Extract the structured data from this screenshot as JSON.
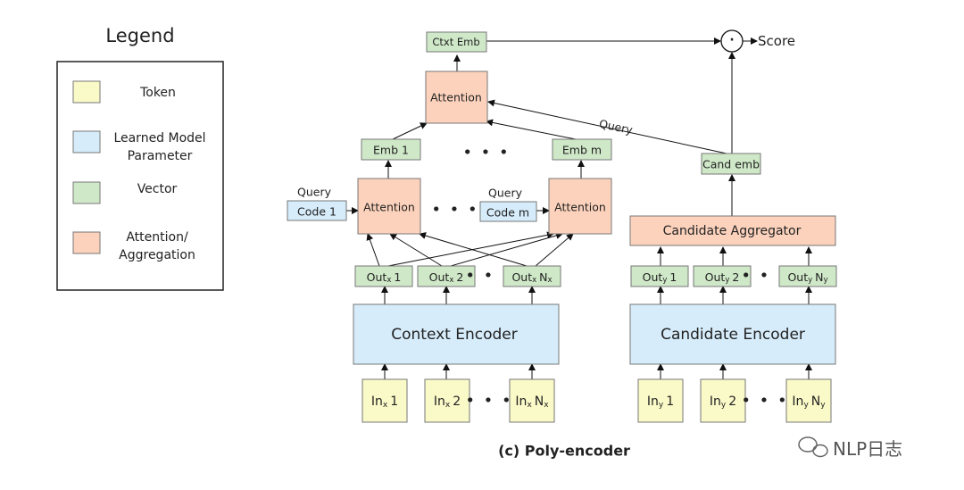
{
  "legend": {
    "title": "Legend",
    "items": [
      {
        "label_lines": [
          "Token"
        ]
      },
      {
        "label_lines": [
          "Learned Model",
          "Parameter"
        ]
      },
      {
        "label_lines": [
          "Vector"
        ]
      },
      {
        "label_lines": [
          "Attention/",
          "Aggregation"
        ]
      }
    ]
  },
  "colors": {
    "token": "#fafac8",
    "param": "#d6ecfa",
    "vector": "#cfe8c8",
    "attention": "#fcd2bc",
    "border": "#777777"
  },
  "context": {
    "encoder_label": "Context Encoder",
    "inputs": [
      {
        "base": "In",
        "sub": "x",
        "suffix": "1"
      },
      {
        "base": "In",
        "sub": "x",
        "suffix": "2"
      },
      {
        "base": "In",
        "sub": "x",
        "suffix": "N",
        "suffix_sub": "x"
      }
    ],
    "outputs": [
      {
        "base": "Out",
        "sub": "x",
        "suffix": "1"
      },
      {
        "base": "Out",
        "sub": "x",
        "suffix": "2"
      },
      {
        "base": "Out",
        "sub": "x",
        "suffix": "N",
        "suffix_sub": "x"
      }
    ],
    "query_label": "Query",
    "codes": [
      "Code 1",
      "Code m"
    ],
    "attention_label": "Attention",
    "embs": [
      "Emb 1",
      "Emb m"
    ],
    "ctxt_emb": "Ctxt Emb"
  },
  "candidate": {
    "encoder_label": "Candidate Encoder",
    "inputs": [
      {
        "base": "In",
        "sub": "y",
        "suffix": "1"
      },
      {
        "base": "In",
        "sub": "y",
        "suffix": "2"
      },
      {
        "base": "In",
        "sub": "y",
        "suffix": "N",
        "suffix_sub": "y"
      }
    ],
    "outputs": [
      {
        "base": "Out",
        "sub": "y",
        "suffix": "1"
      },
      {
        "base": "Out",
        "sub": "y",
        "suffix": "2"
      },
      {
        "base": "Out",
        "sub": "y",
        "suffix": "N",
        "suffix_sub": "y"
      }
    ],
    "aggregator_label": "Candidate Aggregator",
    "cand_emb": "Cand emb"
  },
  "top": {
    "attention_label": "Attention",
    "query_label": "Query",
    "dot_symbol": "·",
    "score_label": "Score"
  },
  "ellipsis": "• • •",
  "caption": "(c) Poly-encoder",
  "watermark": "NLP日志"
}
